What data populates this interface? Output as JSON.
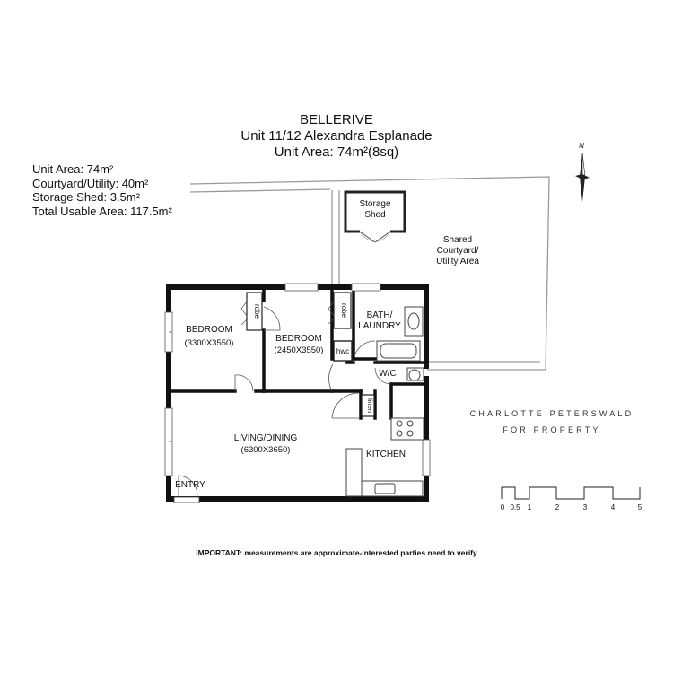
{
  "header": {
    "suburb": "BELLERIVE",
    "address": "Unit 11/12 Alexandra Esplanade",
    "area": "Unit Area: 74m²(8sq)"
  },
  "stats": [
    "Unit Area: 74m²",
    "Courtyard/Utility: 40m²",
    "Storage Shed: 3.5m²",
    "Total Usable Area: 117.5m²"
  ],
  "compass": {
    "label": "N"
  },
  "rooms": {
    "storage_shed": [
      "Storage",
      "Shed"
    ],
    "courtyard": [
      "Shared",
      "Courtyard/",
      "Utility Area"
    ],
    "bedroom1": {
      "name": "BEDROOM",
      "dims": "(3300X3550)"
    },
    "robe1": "robe",
    "bedroom2": {
      "name": "BEDROOM",
      "dims": "(2450X3550)"
    },
    "robe2": "robe",
    "hwc": "hwc",
    "bath": [
      "BATH/",
      "LAUNDRY"
    ],
    "wc": "W/C",
    "linen": "linen",
    "living": {
      "name": "LIVING/DINING",
      "dims": "(6300X3650)"
    },
    "kitchen": "KITCHEN",
    "entry": "ENTRY"
  },
  "brand": {
    "line1": "CHARLOTTE PETERSWALD",
    "line2": "FOR PROPERTY"
  },
  "scale": {
    "labels": [
      "0",
      "0.5",
      "1",
      "2",
      "3",
      "4",
      "5"
    ]
  },
  "note": "IMPORTANT: measurements are approximate-interested parties need to verify"
}
